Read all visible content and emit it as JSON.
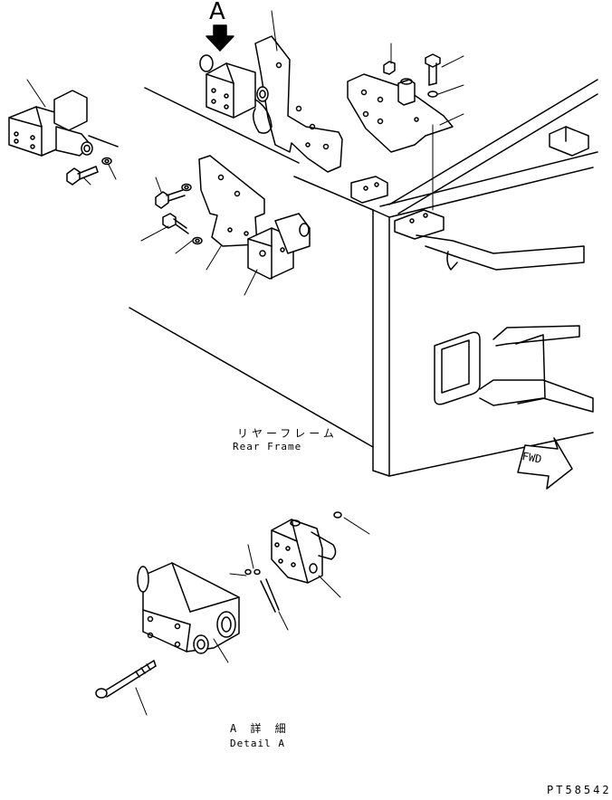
{
  "view_letter": "A",
  "rear_frame": {
    "jp": "リヤーフレーム",
    "en": "Rear Frame"
  },
  "detail": {
    "jp": "A 詳 細",
    "en": "Detail A"
  },
  "fwd_label": "FWD",
  "drawing_code": "PT58542"
}
